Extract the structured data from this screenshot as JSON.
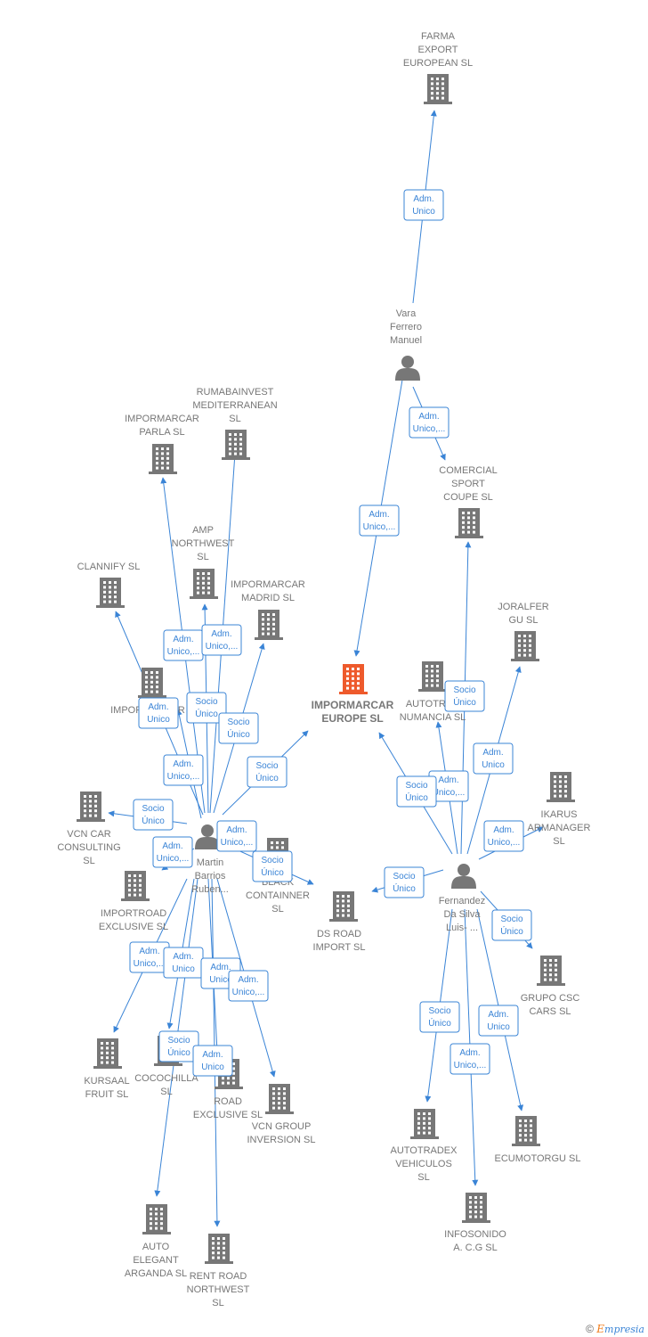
{
  "colors": {
    "edge": "#3a84d6",
    "node": "#777777",
    "main": "#ee5a2c"
  },
  "nodes": [
    {
      "id": "farma",
      "type": "company",
      "lines": [
        "FARMA",
        "EXPORT",
        "EUROPEAN  SL"
      ]
    },
    {
      "id": "vara",
      "type": "person",
      "lines": [
        "Vara",
        "Ferrero",
        "Manuel"
      ]
    },
    {
      "id": "comercial",
      "type": "company",
      "lines": [
        "COMERCIAL",
        "SPORT",
        "COUPE SL"
      ]
    },
    {
      "id": "main",
      "type": "main",
      "lines": [
        "IMPORMARCAR",
        "EUROPE  SL"
      ]
    },
    {
      "id": "autotrad_num",
      "type": "company",
      "lines": [
        "AUTOTRAD",
        "NUMANCIA  SL"
      ]
    },
    {
      "id": "joralfer",
      "type": "company",
      "lines": [
        "JORALFER",
        "GU  SL"
      ]
    },
    {
      "id": "ikarus",
      "type": "company",
      "lines": [
        "IKARUS",
        "ARMANAGER",
        "SL"
      ]
    },
    {
      "id": "fernandez",
      "type": "person",
      "lines": [
        "Fernandez",
        "Da Silva",
        "Luis- ..."
      ]
    },
    {
      "id": "grupo",
      "type": "company",
      "lines": [
        "GRUPO CSC",
        "CARS  SL"
      ]
    },
    {
      "id": "dsroad",
      "type": "company",
      "lines": [
        "DS ROAD",
        "IMPORT  SL"
      ]
    },
    {
      "id": "autotradex",
      "type": "company",
      "lines": [
        "AUTOTRADEX",
        "VEHICULOS",
        "SL"
      ]
    },
    {
      "id": "ecumotorgu",
      "type": "company",
      "lines": [
        "ECUMOTORGU SL"
      ]
    },
    {
      "id": "infosonido",
      "type": "company",
      "lines": [
        "INFOSONIDO",
        "A. C.G SL"
      ]
    },
    {
      "id": "rumabainvest",
      "type": "company",
      "lines": [
        "RUMABAINVEST",
        "MEDITERRANEAN",
        "SL"
      ]
    },
    {
      "id": "parla",
      "type": "company",
      "lines": [
        "IMPORMARCAR",
        "PARLA  SL"
      ]
    },
    {
      "id": "amp",
      "type": "company",
      "lines": [
        "AMP",
        "NORTHWEST",
        "SL"
      ]
    },
    {
      "id": "madrid",
      "type": "company",
      "lines": [
        "IMPORMARCAR",
        "MADRID  SL"
      ]
    },
    {
      "id": "clannify",
      "type": "company",
      "lines": [
        "CLANNIFY  SL"
      ]
    },
    {
      "id": "impor_sp",
      "type": "company",
      "lines": [
        "IMPORMARCAR",
        "SP"
      ]
    },
    {
      "id": "martin",
      "type": "person",
      "lines": [
        "Martin",
        "Barrios",
        "Ruben..."
      ]
    },
    {
      "id": "vcncar",
      "type": "company",
      "lines": [
        "VCN CAR",
        "CONSULTING",
        "SL"
      ]
    },
    {
      "id": "black",
      "type": "company",
      "lines": [
        "BLACK",
        "CONTAINNER",
        "SL"
      ]
    },
    {
      "id": "importroad",
      "type": "company",
      "lines": [
        "IMPORTROAD",
        "EXCLUSIVE  SL"
      ]
    },
    {
      "id": "kursaal",
      "type": "company",
      "lines": [
        "KURSAAL",
        "FRUIT  SL"
      ]
    },
    {
      "id": "cocochilla",
      "type": "company",
      "lines": [
        "COCOCHILLA",
        "SL"
      ]
    },
    {
      "id": "roadexcl",
      "type": "company",
      "lines": [
        "ROAD",
        "EXCLUSIVE  SL"
      ]
    },
    {
      "id": "vcngroup",
      "type": "company",
      "lines": [
        "VCN GROUP",
        "INVERSION  SL"
      ]
    },
    {
      "id": "autoelegant",
      "type": "company",
      "lines": [
        "AUTO",
        "ELEGANT",
        "ARGANDA  SL"
      ]
    },
    {
      "id": "rentroad",
      "type": "company",
      "lines": [
        "RENT ROAD",
        "NORTHWEST",
        "SL"
      ]
    }
  ],
  "edges": [
    {
      "from": "vara",
      "to": "farma",
      "lines": [
        "Adm.",
        "Unico"
      ]
    },
    {
      "from": "vara",
      "to": "comercial",
      "lines": [
        "Adm.",
        "Unico,..."
      ]
    },
    {
      "from": "vara",
      "to": "main",
      "lines": [
        "Adm.",
        "Unico,..."
      ]
    },
    {
      "from": "fernandez",
      "to": "comercial",
      "lines": [
        "Socio",
        "Único"
      ]
    },
    {
      "from": "fernandez",
      "to": "joralfer",
      "lines": [
        "Adm.",
        "Unico"
      ]
    },
    {
      "from": "fernandez",
      "to": "autotrad_num",
      "lines": [
        "Adm.",
        "Unico,..."
      ]
    },
    {
      "from": "fernandez",
      "to": "main",
      "lines": [
        "Socio",
        "Único"
      ]
    },
    {
      "from": "fernandez",
      "to": "ikarus",
      "lines": [
        "Adm.",
        "Unico,..."
      ]
    },
    {
      "from": "fernandez",
      "to": "dsroad",
      "lines": [
        "Socio",
        "Único"
      ]
    },
    {
      "from": "fernandez",
      "to": "grupo",
      "lines": [
        "Socio",
        "Único"
      ]
    },
    {
      "from": "fernandez",
      "to": "autotradex",
      "lines": [
        "Socio",
        "Único"
      ]
    },
    {
      "from": "fernandez",
      "to": "infosonido",
      "lines": [
        "Adm.",
        "Unico,..."
      ]
    },
    {
      "from": "fernandez",
      "to": "ecumotorgu",
      "lines": [
        "Adm.",
        "Unico"
      ]
    },
    {
      "from": "martin",
      "to": "parla",
      "lines": [
        "Adm.",
        "Unico,..."
      ]
    },
    {
      "from": "martin",
      "to": "rumabainvest",
      "lines": [
        "Adm.",
        "Unico,..."
      ]
    },
    {
      "from": "martin",
      "to": "amp",
      "lines": [
        "Socio",
        "Único"
      ]
    },
    {
      "from": "martin",
      "to": "madrid",
      "lines": [
        "Socio",
        "Único"
      ]
    },
    {
      "from": "martin",
      "to": "clannify",
      "lines": [
        "Adm.",
        "Unico"
      ]
    },
    {
      "from": "martin",
      "to": "impor_sp",
      "lines": [
        "Adm.",
        "Unico,..."
      ]
    },
    {
      "from": "martin",
      "to": "main",
      "lines": [
        "Socio",
        "Único"
      ]
    },
    {
      "from": "martin",
      "to": "vcncar",
      "lines": [
        "Socio",
        "Único"
      ]
    },
    {
      "from": "martin",
      "to": "black",
      "lines": [
        "Adm.",
        "Unico,..."
      ]
    },
    {
      "from": "martin",
      "to": "dsroad",
      "lines": [
        "Socio",
        "Único"
      ]
    },
    {
      "from": "martin",
      "to": "importroad",
      "lines": [
        "Adm.",
        "Unico,..."
      ]
    },
    {
      "from": "martin",
      "to": "kursaal",
      "lines": [
        "Adm.",
        "Unico,..."
      ]
    },
    {
      "from": "martin",
      "to": "cocochilla",
      "lines": [
        "Adm.",
        "Unico"
      ]
    },
    {
      "from": "martin",
      "to": "roadexcl",
      "lines": [
        "Adm.",
        "Unico"
      ]
    },
    {
      "from": "martin",
      "to": "vcngroup",
      "lines": [
        "Adm.",
        "Unico,..."
      ]
    },
    {
      "from": "martin",
      "to": "autoelegant",
      "lines": [
        "Socio",
        "Único"
      ]
    },
    {
      "from": "martin",
      "to": "rentroad",
      "lines": [
        "Adm.",
        "Unico"
      ]
    }
  ],
  "footer": {
    "copyright": "©",
    "brand_initial": "E",
    "brand_rest": "mpresia"
  }
}
